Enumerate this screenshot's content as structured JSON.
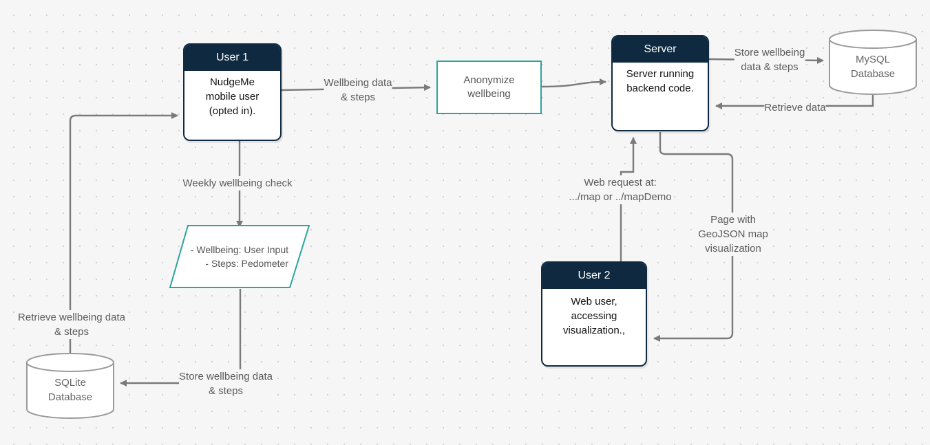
{
  "user1": {
    "title": "User 1",
    "body": [
      "NudgeMe",
      "mobile user",
      "(opted in)."
    ]
  },
  "anonymize": {
    "lines": [
      "Anonymize",
      "wellbeing"
    ]
  },
  "server": {
    "title": "Server",
    "body": [
      "Server running",
      "backend code."
    ]
  },
  "mysql": {
    "lines": [
      "MySQL",
      "Database"
    ]
  },
  "user2": {
    "title": "User 2",
    "body": [
      "Web user,",
      "accessing",
      "visualization.,"
    ]
  },
  "input": {
    "lines": [
      "- Wellbeing: User Input",
      "- Steps: Pedometer"
    ]
  },
  "sqlite": {
    "lines": [
      "SQLite",
      "Database"
    ]
  },
  "edges": {
    "to_anonymize": [
      "Wellbeing data",
      "& steps"
    ],
    "weekly_check": [
      "Weekly wellbeing check"
    ],
    "store_sqlite": [
      "Store wellbeing data",
      "& steps"
    ],
    "retrieve_sqlite": [
      "Retrieve wellbeing data",
      "& steps"
    ],
    "store_mysql": [
      "Store wellbeing",
      "data & steps"
    ],
    "retrieve_mysql": [
      "Retrieve data"
    ],
    "web_request": [
      "Web request at:",
      ".../map or ../mapDemo"
    ],
    "page_geojson": [
      "Page with",
      "GeoJSON map",
      "visualization"
    ]
  },
  "colors": {
    "navy": "#0f2a40",
    "teal": "#2aa59c",
    "line": "#7a7a7a",
    "db_stroke": "#9a9a9a"
  }
}
